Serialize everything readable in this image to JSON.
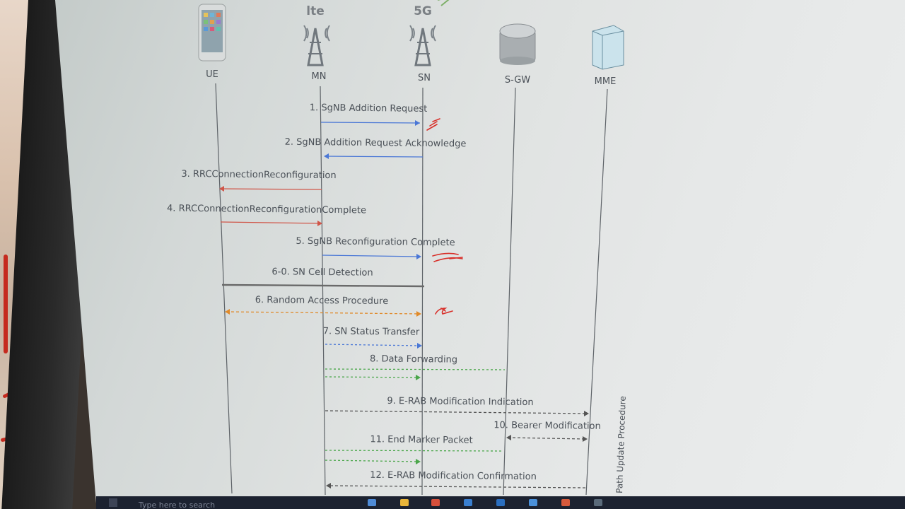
{
  "nodes": {
    "ue": "UE",
    "mn": "MN",
    "sn": "SN",
    "sgw": "S-GW",
    "mme": "MME"
  },
  "logos": {
    "lte": "lte",
    "fiveg": "5G"
  },
  "messages": [
    {
      "label": "1. SgNB Addition Request",
      "color": "#4a77d6"
    },
    {
      "label": "2. SgNB Addition Request Acknowledge",
      "color": "#4a77d6"
    },
    {
      "label": "3. RRCConnectionReconfiguration",
      "color": "#d05548"
    },
    {
      "label": "4. RRCConnectionReconfigurationComplete",
      "color": "#d05548"
    },
    {
      "label": "5. SgNB Reconfiguration Complete",
      "color": "#4a77d6"
    },
    {
      "label": "6-0. SN Cell Detection",
      "color": "#6a6a6a"
    },
    {
      "label": "6. Random Access Procedure",
      "color": "#e08a2a"
    },
    {
      "label": "7. SN Status Transfer",
      "color": "#4a77d6"
    },
    {
      "label": "8. Data Forwarding",
      "color": "#4aa64a"
    },
    {
      "label": "9. E-RAB Modification Indication",
      "color": "#555555"
    },
    {
      "label": "10. Bearer Modification",
      "color": "#555555"
    },
    {
      "label": "11. End Marker Packet",
      "color": "#4aa64a"
    },
    {
      "label": "12. E-RAB Modification Confirmation",
      "color": "#555555"
    }
  ],
  "side_label": "Path Update Procedure",
  "taskbar": {
    "search": "Type here to search"
  }
}
